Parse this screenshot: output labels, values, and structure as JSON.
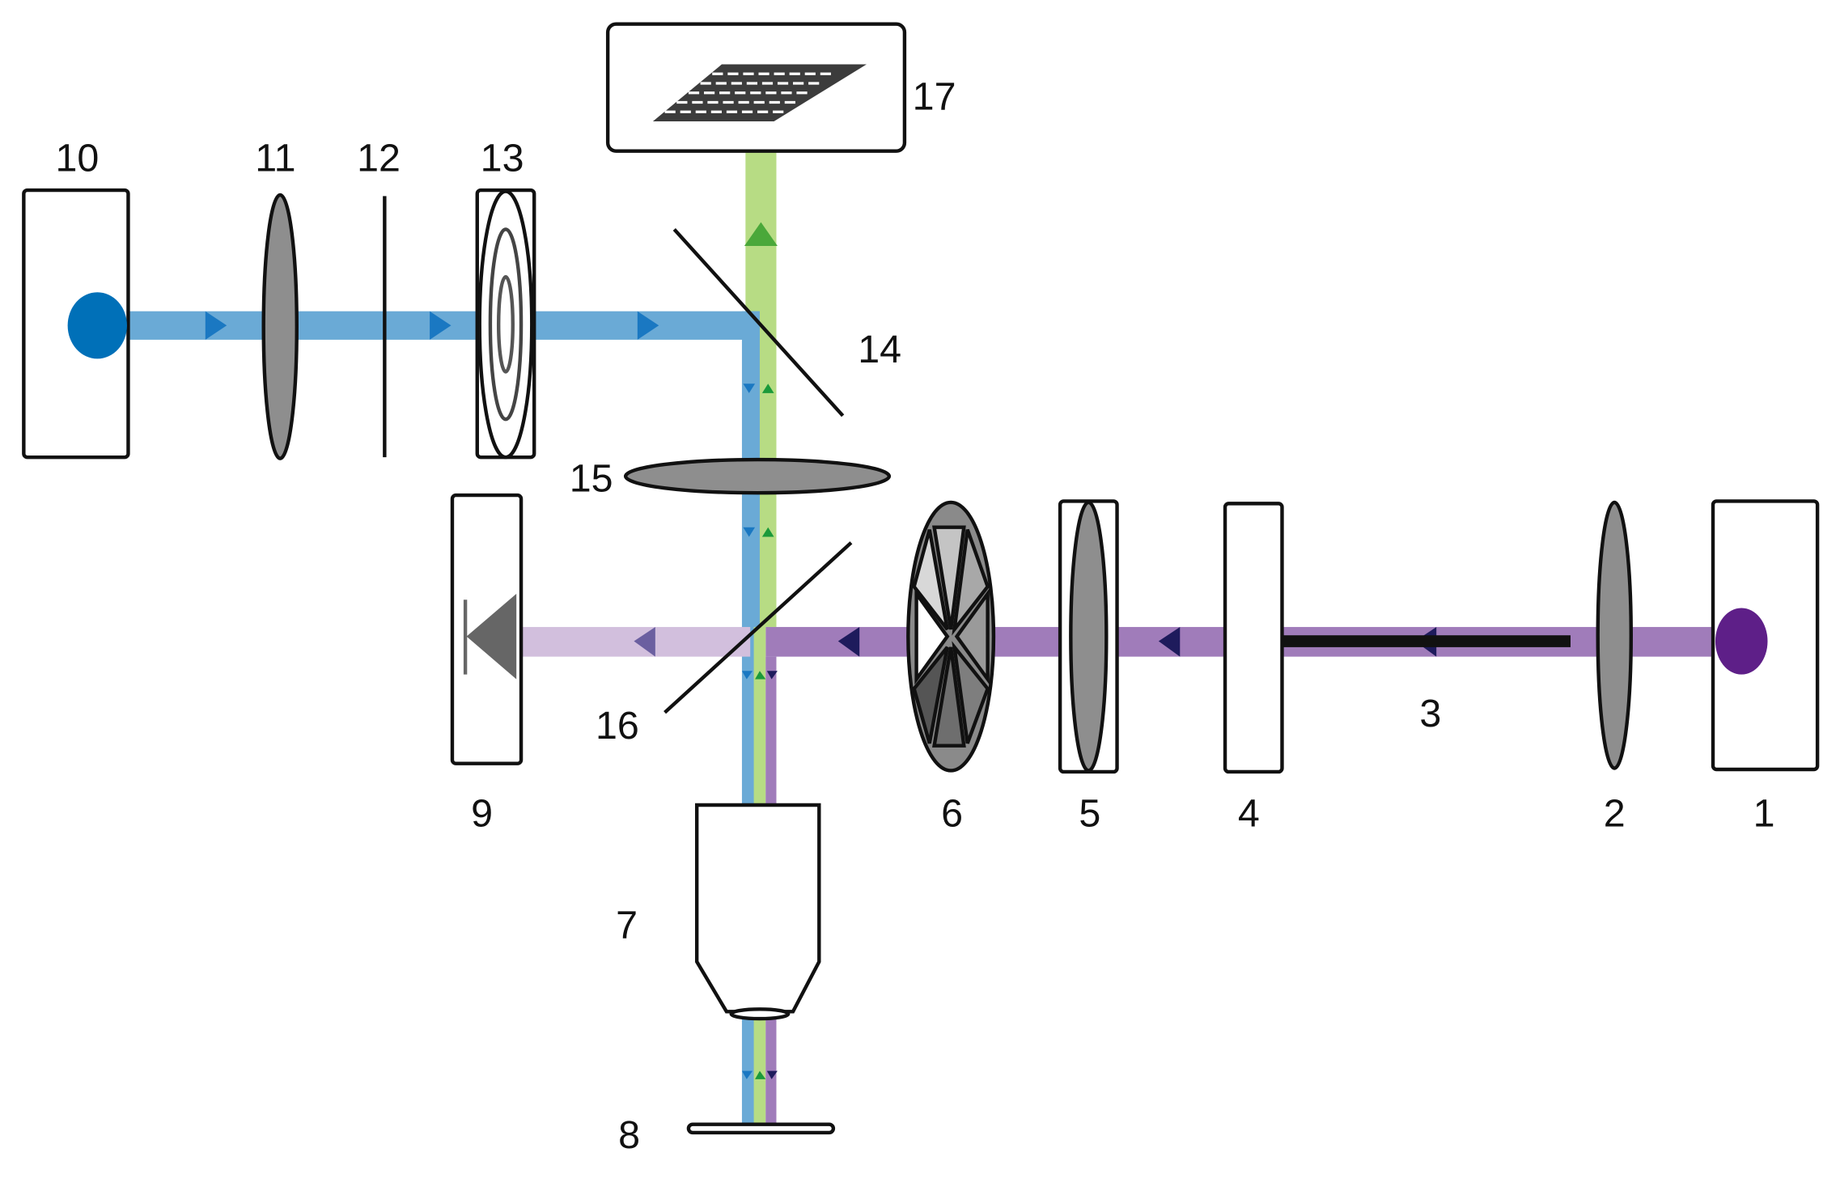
{
  "labels": {
    "l1": "1",
    "l2": "2",
    "l3": "3",
    "l4": "4",
    "l5": "5",
    "l6": "6",
    "l7": "7",
    "l8": "8",
    "l9": "9",
    "l10": "10",
    "l11": "11",
    "l12": "12",
    "l13": "13",
    "l14": "14",
    "l15": "15",
    "l16": "16",
    "l17": "17"
  },
  "colors": {
    "blue_beam": "#6aaad6",
    "blue_source": "#0070b8",
    "green_beam": "#b7dc84",
    "green_arrow": "#4aa83a",
    "purple_beam": "#a07cba",
    "purple_beam_light": "#d2bfdd",
    "purple_source": "#5e1f88",
    "navy_arrow": "#1e1b5c"
  }
}
